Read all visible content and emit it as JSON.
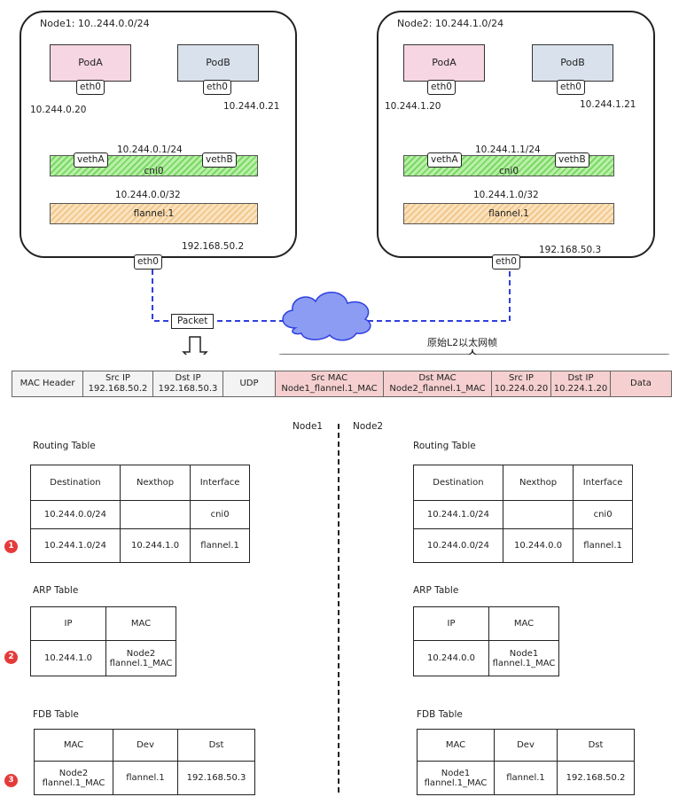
{
  "node1": {
    "title": "Node1: 10..244.0.0/24",
    "podA": "PodA",
    "podB": "PodB",
    "eth0": "eth0",
    "podA_ip": "10.244.0.20",
    "podB_ip": "10.244.0.21",
    "vethA": "vethA",
    "vethB": "vethB",
    "cni_ip": "10.244.0.1/24",
    "cni": "cni0",
    "flannel_ip": "10.244.0.0/32",
    "flannel": "flannel.1",
    "host_ip": "192.168.50.2",
    "host_eth": "eth0"
  },
  "node2": {
    "title": "Node2: 10.244.1.0/24",
    "podA": "PodA",
    "podB": "PodB",
    "eth0": "eth0",
    "podA_ip": "10.244.1.20",
    "podB_ip": "10.244.1.21",
    "vethA": "vethA",
    "vethB": "vethB",
    "cni_ip": "10.244.1.1/24",
    "cni": "cni0",
    "flannel_ip": "10.244.1.0/32",
    "flannel": "flannel.1",
    "host_ip": "192.168.50.3",
    "host_eth": "eth0"
  },
  "packet_label": "Packet",
  "l2_label": "原始L2以太网帧",
  "header": {
    "mac_header": "MAC Header",
    "src_ip_title": "Src IP",
    "src_ip": "192.168.50.2",
    "dst_ip_title": "Dst IP",
    "dst_ip": "192.168.50.3",
    "udp": "UDP",
    "src_mac_title": "Src MAC",
    "src_mac": "Node1_flannel.1_MAC",
    "dst_mac_title": "Dst MAC",
    "dst_mac": "Node2_flannel.1_MAC",
    "in_src_ip_title": "Src IP",
    "in_src_ip": "10.224.0.20",
    "in_dst_ip_title": "Dst IP",
    "in_dst_ip": "10.224.1.20",
    "data": "Data"
  },
  "divider": {
    "left": "Node1",
    "right": "Node2"
  },
  "tables": {
    "routing_title": "Routing Table",
    "arp_title": "ARP Table",
    "fdb_title": "FDB Table",
    "routing_cols": [
      "Destination",
      "Nexthop",
      "Interface"
    ],
    "arp_cols": [
      "IP",
      "MAC"
    ],
    "fdb_cols": [
      "MAC",
      "Dev",
      "Dst"
    ],
    "node1_routing": [
      [
        "10.244.0.0/24",
        "",
        "cni0"
      ],
      [
        "10.244.1.0/24",
        "10.244.1.0",
        "flannel.1"
      ]
    ],
    "node2_routing": [
      [
        "10.244.1.0/24",
        "",
        "cni0"
      ],
      [
        "10.244.0.0/24",
        "10.244.0.0",
        "flannel.1"
      ]
    ],
    "node1_arp": {
      "ip": "10.244.1.0",
      "mac1": "Node2",
      "mac2": "flannel.1_MAC"
    },
    "node2_arp": {
      "ip": "10.244.0.0",
      "mac1": "Node1",
      "mac2": "flannel.1_MAC"
    },
    "node1_fdb": {
      "mac1": "Node2",
      "mac2": "flannel.1_MAC",
      "dev": "flannel.1",
      "dst": "192.168.50.3"
    },
    "node2_fdb": {
      "mac1": "Node1",
      "mac2": "flannel.1_MAC",
      "dev": "flannel.1",
      "dst": "192.168.50.2"
    }
  },
  "badges": [
    "1",
    "2",
    "3"
  ],
  "colors": {
    "path": "#2f3fe0",
    "cni": "#7ad864",
    "flannel": "#f1c78c",
    "podA": "#f6d6e2",
    "podB": "#d9e2ec",
    "badge": "#e63a3a"
  }
}
